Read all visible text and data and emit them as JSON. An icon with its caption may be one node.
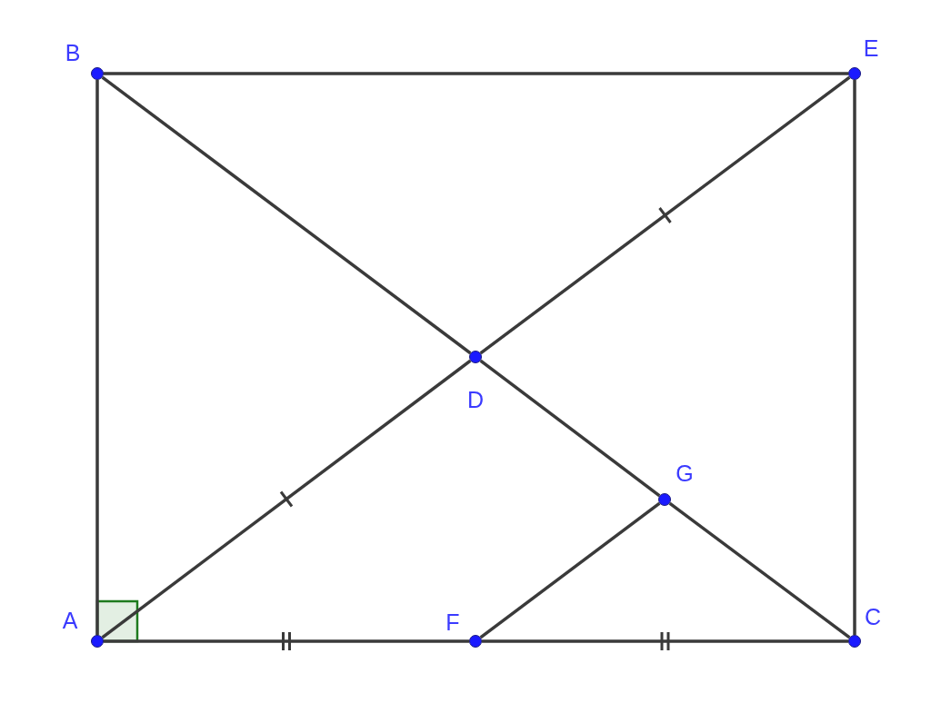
{
  "diagram": {
    "nodes": [
      {
        "text": [],
        "shape": "circle",
        "beside": [
          "B"
        ]
      },
      {
        "text": [],
        "shape": "circle",
        "beside": [
          "E"
        ]
      },
      {
        "text": [],
        "shape": "circle",
        "beside": [
          "D"
        ]
      },
      {
        "text": [],
        "shape": "circle",
        "beside": [
          "G"
        ]
      },
      {
        "text": [],
        "shape": "circle",
        "beside": [
          "A"
        ]
      },
      {
        "text": [],
        "shape": "circle",
        "beside": [
          "F"
        ]
      },
      {
        "text": [],
        "shape": "circle",
        "beside": [
          "C"
        ]
      }
    ],
    "edges": [
      {
        "from": 0,
        "to": 1,
        "arrow": "none"
      },
      {
        "from": 0,
        "to": 4,
        "arrow": "none"
      },
      {
        "from": 1,
        "to": 6,
        "arrow": "none"
      },
      {
        "from": 0,
        "to": 2,
        "arrow": "none"
      },
      {
        "from": 2,
        "to": 1,
        "arrow": "none"
      },
      {
        "from": 4,
        "to": 2,
        "arrow": "none"
      },
      {
        "from": 2,
        "to": 3,
        "arrow": "none"
      },
      {
        "from": 3,
        "to": 6,
        "arrow": "none"
      },
      {
        "from": 4,
        "to": 5,
        "arrow": "none"
      },
      {
        "from": 5,
        "to": 6,
        "arrow": "none"
      },
      {
        "from": 5,
        "to": 3,
        "arrow": "none"
      }
    ]
  }
}
